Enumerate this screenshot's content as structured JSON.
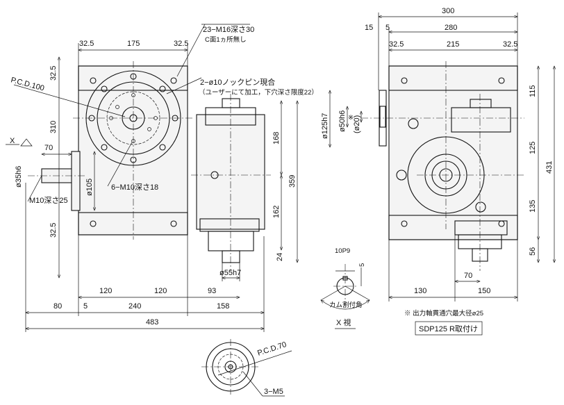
{
  "drawing": {
    "model_box": "SDP125  R取付け",
    "note": "※ 出力軸貫通穴最大径ø25",
    "view_label": "X  視",
    "view_marker": "X"
  },
  "front_view": {
    "top_dims": [
      "32.5",
      "175",
      "32.5"
    ],
    "left_dims": [
      "32.5",
      "310",
      "32.5"
    ],
    "callout_tap": "23−M16深さ30",
    "callout_tap_note": "C面1ヵ所無し",
    "callout_pin": "2−ø10ノックピン現合",
    "callout_pin_note": "（ユーザーにて加工，下穴深さ限度22）",
    "pcd": "P.C.D.100",
    "holes": "6−M10深さ18",
    "shaft_len": "70",
    "shaft_dia": "ø35h6",
    "shaft_tap": "M10深さ25",
    "boss_dia": "ø105",
    "right_dims": [
      "168",
      "162",
      "359",
      "24"
    ],
    "output_dia": "ø55h7",
    "bottom_row1": [
      "120",
      "120",
      "93"
    ],
    "bottom_row2": [
      "80",
      "5",
      "240",
      "158"
    ],
    "overall": "483"
  },
  "side_view": {
    "top_dims": [
      "300",
      "15",
      "5",
      "280",
      "32.5",
      "215",
      "32.5"
    ],
    "right_dims": [
      "115",
      "125",
      "135",
      "56",
      "431"
    ],
    "left_dims": [
      "ø125h7",
      "ø50h6",
      "※",
      "(ø20)"
    ],
    "bottom_dims": [
      "70",
      "130",
      "150"
    ]
  },
  "x_view": {
    "keyway": "10P9",
    "depth": "5",
    "angle_label": "カム割付角"
  },
  "flange_detail": {
    "pcd": "P.C.D.70",
    "holes": "3−M5"
  }
}
